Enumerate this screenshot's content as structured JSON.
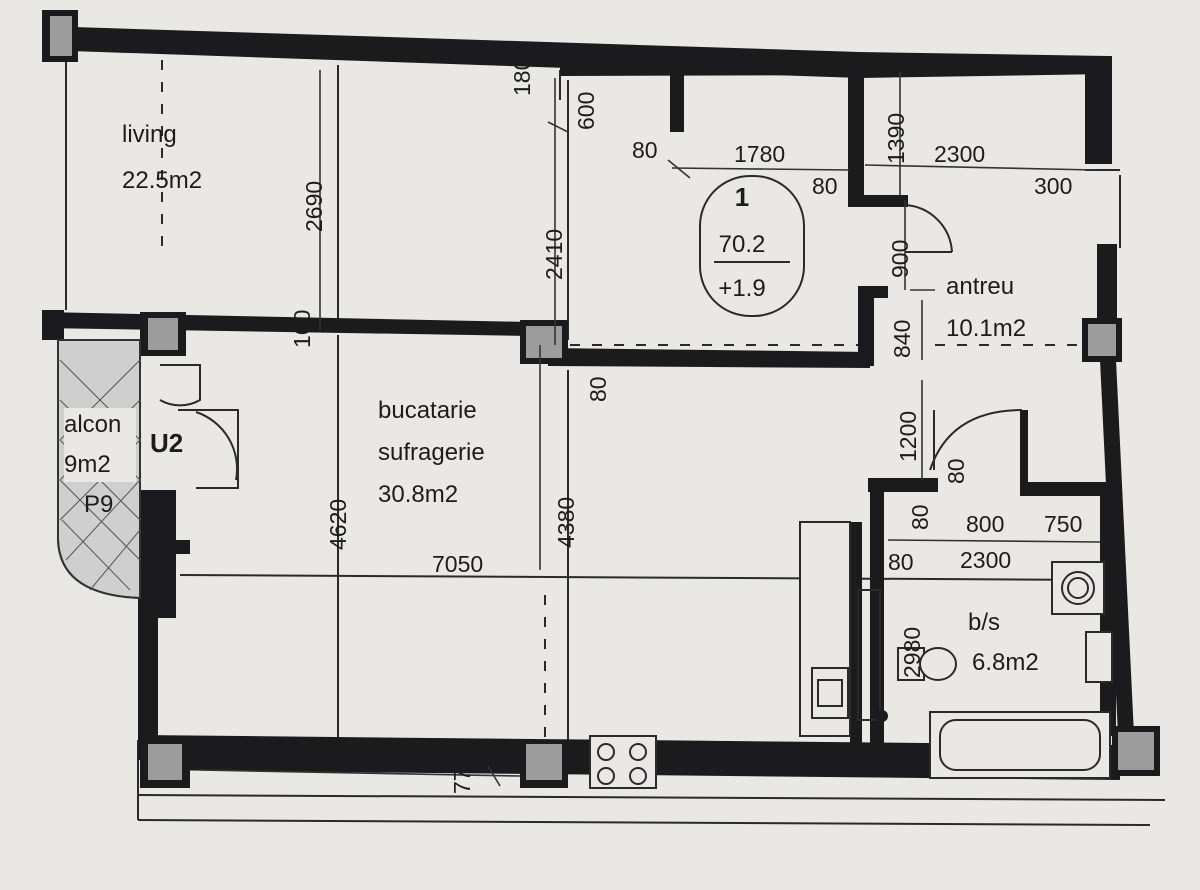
{
  "apartment": {
    "number": "1",
    "area": "70.2",
    "extra": "+1.9"
  },
  "rooms": {
    "living": {
      "name": "living",
      "area": "22.5m2"
    },
    "kitchen": {
      "name1": "bucatarie",
      "name2": "sufragerie",
      "area": "30.8m2"
    },
    "hall": {
      "name": "antreu",
      "area": "10.1m2"
    },
    "bath": {
      "name": "b/s",
      "area": "6.8m2"
    },
    "balcony": {
      "name": "alcon",
      "area": "9m2",
      "code": "U2",
      "pillar": "P9"
    }
  },
  "dimensions": {
    "d_2690": "2690",
    "d_180": "180",
    "d_600": "600",
    "d_80a": "80",
    "d_1780": "1780",
    "d_80b": "80",
    "d_1390": "1390",
    "d_2300a": "2300",
    "d_300": "300",
    "d_2410": "2410",
    "d_900": "900",
    "d_840": "840",
    "d_160": "160",
    "d_80c": "80",
    "d_1200": "1200",
    "d_80d": "80",
    "d_80e": "80",
    "d_800": "800",
    "d_750": "750",
    "d_2300b": "2300",
    "d_80f": "80",
    "d_4620": "4620",
    "d_4380": "4380",
    "d_7050": "7050",
    "d_2980": "2980",
    "d_77": "77"
  }
}
